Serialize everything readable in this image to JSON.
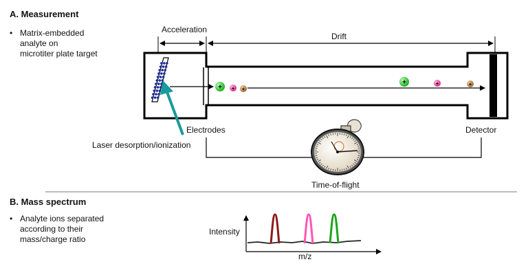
{
  "section_a": {
    "title": "A. Measurement",
    "bullet": "Matrix-embedded\nanalyte on\nmicrotiter plate target"
  },
  "labels": {
    "acceleration": "Acceleration",
    "drift": "Drift",
    "electrodes": "Electrodes",
    "laser": "Laser desorption/ionization",
    "detector": "Detector",
    "tof": "Time-of-flight"
  },
  "ion_symbol": "+",
  "section_b": {
    "title": "B. Mass spectrum",
    "bullet": "Analyte ions separated\naccording to their\nmass/charge ratio"
  },
  "spectrum": {
    "ylabel": "Intensity",
    "xlabel": "m/z",
    "peak_colors": [
      "#8b1a1a",
      "#ff55b8",
      "#1aa51a"
    ]
  },
  "colors": {
    "laser_arrow": "#1a9a9a",
    "ion_green": "#22cc22",
    "ion_pink": "#ee3399",
    "ion_brown": "#b07a3a",
    "target_dots": "#1a2a9a"
  }
}
